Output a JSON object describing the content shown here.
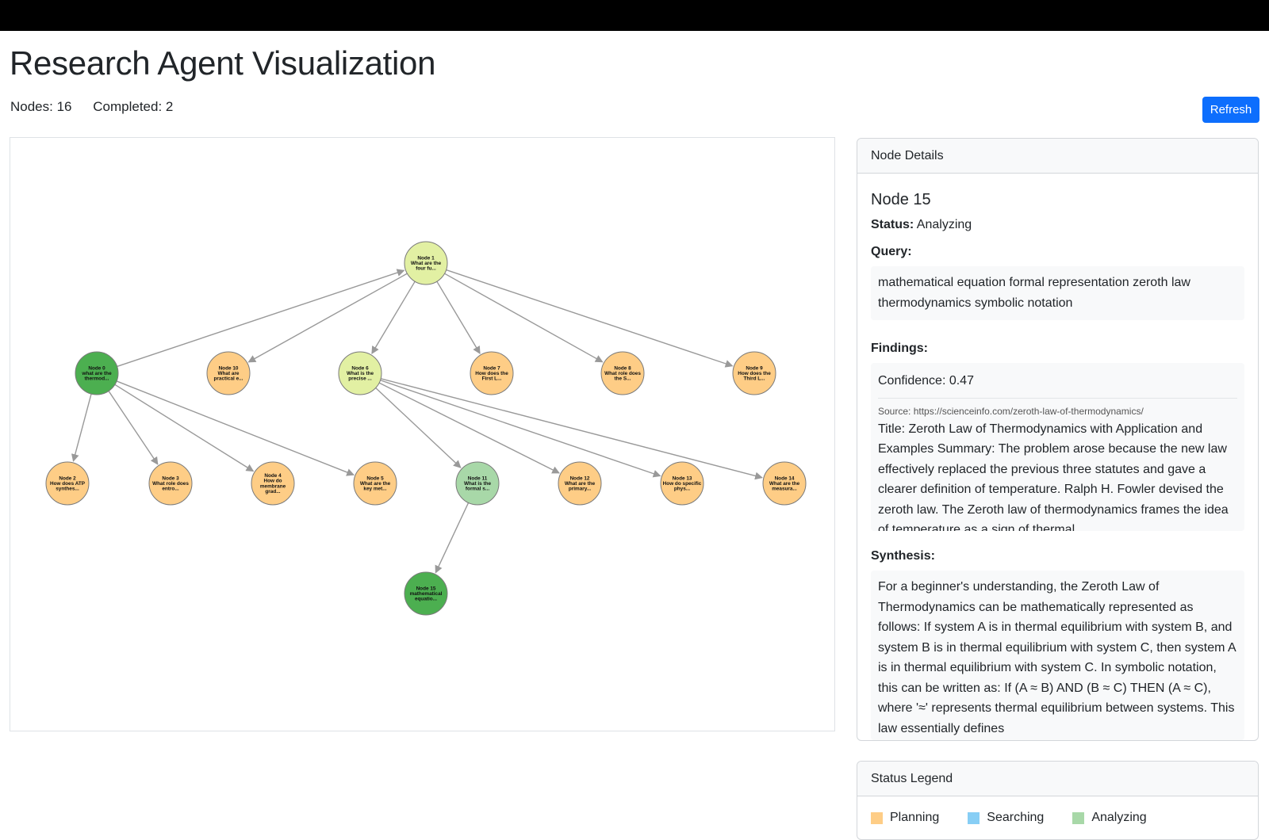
{
  "header": {
    "title": "Research Agent Visualization"
  },
  "stats": {
    "nodes": "Nodes: 16",
    "completed": "Completed: 2"
  },
  "toolbar": {
    "refresh_label": "Refresh"
  },
  "colors": {
    "planning": "#fecd86",
    "searching": "#87cef5",
    "analyzing": "#a8d8a8",
    "completed": "#4caf50",
    "root": "#e2f0a3",
    "edge": "#999999",
    "node_stroke": "#7a7a7a"
  },
  "graph": {
    "nodes": [
      {
        "id": 1,
        "lines": [
          "Node 1",
          "What are the",
          "four fu..."
        ],
        "status": "root"
      },
      {
        "id": 0,
        "lines": [
          "Node 0",
          "what are the",
          "thermod..."
        ],
        "status": "completed"
      },
      {
        "id": 10,
        "lines": [
          "Node 10",
          "What are",
          "practical e..."
        ],
        "status": "planning"
      },
      {
        "id": 6,
        "lines": [
          "Node 6",
          "What is the",
          "precise ..."
        ],
        "status": "root"
      },
      {
        "id": 7,
        "lines": [
          "Node 7",
          "How does the",
          "First L..."
        ],
        "status": "planning"
      },
      {
        "id": 8,
        "lines": [
          "Node 8",
          "What role does",
          "the S..."
        ],
        "status": "planning"
      },
      {
        "id": 9,
        "lines": [
          "Node 9",
          "How does the",
          "Third L..."
        ],
        "status": "planning"
      },
      {
        "id": 2,
        "lines": [
          "Node 2",
          "How does ATP",
          "synthes..."
        ],
        "status": "planning"
      },
      {
        "id": 3,
        "lines": [
          "Node 3",
          "What role does",
          "entro..."
        ],
        "status": "planning"
      },
      {
        "id": 4,
        "lines": [
          "Node 4",
          "How do",
          "membrane",
          "grad..."
        ],
        "status": "planning"
      },
      {
        "id": 5,
        "lines": [
          "Node 5",
          "What are the",
          "key met..."
        ],
        "status": "planning"
      },
      {
        "id": 11,
        "lines": [
          "Node 11",
          "What is the",
          "formal s..."
        ],
        "status": "analyzing"
      },
      {
        "id": 12,
        "lines": [
          "Node 12",
          "What are the",
          "primary..."
        ],
        "status": "planning"
      },
      {
        "id": 13,
        "lines": [
          "Node 13",
          "How do specific",
          "phys..."
        ],
        "status": "planning"
      },
      {
        "id": 14,
        "lines": [
          "Node 14",
          "What are the",
          "measura..."
        ],
        "status": "planning"
      },
      {
        "id": 15,
        "lines": [
          "Node 15",
          "mathematical",
          "equatio..."
        ],
        "status": "completed"
      }
    ],
    "edges": [
      [
        0,
        1
      ],
      [
        1,
        10
      ],
      [
        1,
        6
      ],
      [
        1,
        7
      ],
      [
        1,
        8
      ],
      [
        1,
        9
      ],
      [
        0,
        2
      ],
      [
        0,
        3
      ],
      [
        0,
        4
      ],
      [
        0,
        5
      ],
      [
        6,
        11
      ],
      [
        6,
        12
      ],
      [
        6,
        13
      ],
      [
        6,
        14
      ],
      [
        11,
        15
      ]
    ]
  },
  "details": {
    "header": "Node Details",
    "node_title": "Node 15",
    "status_label": "Status:",
    "status_value": "Analyzing",
    "query_label": "Query:",
    "query_text": "mathematical equation formal representation zeroth law thermodynamics symbolic notation",
    "findings_label": "Findings:",
    "confidence": "Confidence: 0.47",
    "source": "Source: https://scienceinfo.com/zeroth-law-of-thermodynamics/",
    "findings_text": "Title: Zeroth Law of Thermodynamics with Application and Examples Summary: The problem arose because the new law effectively replaced the previous three statutes and gave a clearer definition of temperature. Ralph H. Fowler devised the zeroth law. The Zeroth law of thermodynamics frames the idea of temperature as a sign of thermal",
    "synthesis_label": "Synthesis:",
    "synthesis_text": "For a beginner's understanding, the Zeroth Law of Thermodynamics can be mathematically represented as follows: If system A is in thermal equilibrium with system B, and system B is in thermal equilibrium with system C, then system A is in thermal equilibrium with system C. In symbolic notation, this can be written as: If (A ≈ B) AND (B ≈ C) THEN (A ≈ C), where '≈' represents thermal equilibrium between systems. This law essentially defines"
  },
  "legend": {
    "header": "Status Legend",
    "items": [
      {
        "label": "Planning",
        "color": "#fecd86"
      },
      {
        "label": "Searching",
        "color": "#87cef5"
      },
      {
        "label": "Analyzing",
        "color": "#a8d8a8"
      }
    ]
  }
}
